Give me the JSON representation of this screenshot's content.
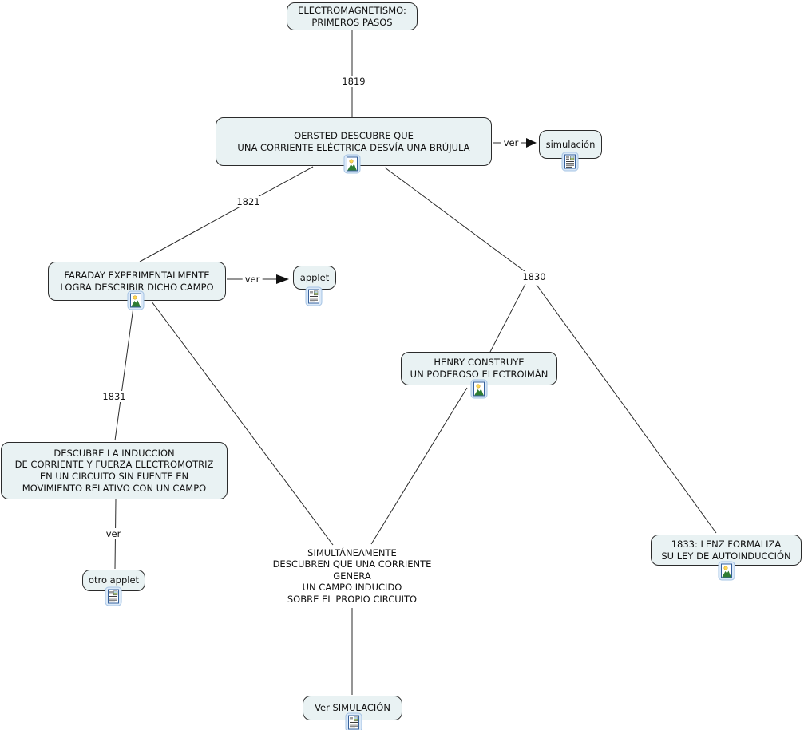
{
  "map_title": "ELECTROMAGNETISMO: PRIMEROS PASOS",
  "colors": {
    "background": "#ffffff",
    "node_fill": "#e9f2f3",
    "node_border": "#2b2b2b",
    "line": "#2b2b2b",
    "icon_ring": "#a6c4e4",
    "icon_inner_border": "#36619c",
    "icon_mountain_green": "#2f7d33",
    "icon_sun_yellow": "#ffd953"
  },
  "nodes": {
    "root": {
      "label": "ELECTROMAGNETISMO:\nPRIMEROS PASOS"
    },
    "oersted": {
      "label": "OERSTED DESCUBRE QUE\nUNA CORRIENTE ELÉCTRICA DESVÍA UNA BRÚJULA",
      "icon": "image-resource-icon"
    },
    "simulacion": {
      "label": "simulación",
      "icon": "applet-resource-icon"
    },
    "faraday": {
      "label": "FARADAY EXPERIMENTALMENTE\nLOGRA DESCRIBIR DICHO CAMPO",
      "icon": "image-resource-icon"
    },
    "applet": {
      "label": "applet",
      "icon": "applet-resource-icon"
    },
    "henry": {
      "label": "HENRY CONSTRUYE\nUN PODEROSO ELECTROIMÁN",
      "icon": "image-resource-icon"
    },
    "descubre": {
      "label": "DESCUBRE LA INDUCCIÓN\nDE CORRIENTE Y FUERZA ELECTROMOTRIZ\nEN UN CIRCUITO SIN FUENTE EN\nMOVIMIENTO RELATIVO CON UN CAMPO"
    },
    "otro_applet": {
      "label": "otro applet",
      "icon": "applet-resource-icon"
    },
    "simultaneamente": {
      "label": "SIMULTÁNEAMENTE\nDESCUBREN QUE UNA CORRIENTE\nGENERA\nUN CAMPO INDUCIDO\nSOBRE EL PROPIO CIRCUITO"
    },
    "lenz": {
      "label": "1833: LENZ FORMALIZA\nSU LEY DE AUTOINDUCCIÓN",
      "icon": "image-resource-icon"
    },
    "ver_simulacion": {
      "label": "Ver SIMULACIÓN",
      "icon": "applet-resource-icon"
    }
  },
  "link_labels": {
    "y1819": "1819",
    "y1821": "1821",
    "y1830": "1830",
    "y1831": "1831",
    "ver_to_simulacion": "ver",
    "ver_to_applet": "ver",
    "ver_to_otro_applet": "ver"
  }
}
